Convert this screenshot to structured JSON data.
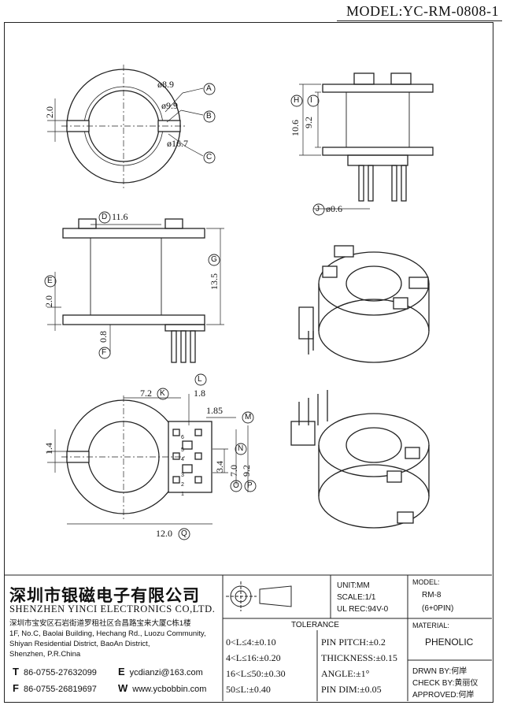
{
  "header": {
    "model": "MODEL:YC-RM-0808-1"
  },
  "dimensions": {
    "d_8_9": "ø8.9",
    "d_9_9": "ø9.9",
    "d_16_7": "ø16.7",
    "w_2_0_top": "2.0",
    "h_10_6": "10.6",
    "h_9_2_side": "9.2",
    "d_0_6": "ø0.6",
    "w_11_6": "11.6",
    "h_13_5": "13.5",
    "h_2_0": "2.0",
    "h_0_8": "0.8",
    "w_7_2": "7.2",
    "w_1_8": "1.8",
    "w_1_85": "1.85",
    "h_1_4": "1.4",
    "h_3_4": "3.4",
    "h_7_0": "7.0",
    "h_9_2_bottom": "9.2",
    "w_12_0": "12.0"
  },
  "callouts": [
    "A",
    "B",
    "C",
    "D",
    "E",
    "F",
    "G",
    "H",
    "I",
    "J",
    "K",
    "L",
    "M",
    "N",
    "O",
    "P",
    "Q"
  ],
  "pin_numbers": [
    "6",
    "5",
    "4",
    "3",
    "2",
    "1"
  ],
  "company": {
    "name_cn": "深圳市银磁电子有限公司",
    "name_en": "SHENZHEN YINCI ELECTRONICS CO,LTD.",
    "address_cn": "深圳市宝安区石岩街道罗租社区合昌路宝来大厦C栋1楼",
    "address_en_1": "1F, No.C, Baolai Building, Hechang Rd., Luozu Community,",
    "address_en_2": "Shiyan Residential District, BaoAn District,",
    "address_en_3": "Shenzhen, P.R.China",
    "tel_label": "T",
    "tel": "86-0755-27632099",
    "fax_label": "F",
    "fax": "86-0755-26819697",
    "email_label": "E",
    "email": "ycdianzi@163.com",
    "web_label": "W",
    "web": "www.ycbobbin.com"
  },
  "spec": {
    "unit": "UNIT:MM",
    "scale": "SCALE:1/1",
    "ul": "UL REC:94V-0",
    "model_label": "MODEL:",
    "model_value": "RM-8",
    "model_pins": "(6+0PIN)",
    "material_label": "MATERIAL:",
    "material_value": "PHENOLIC"
  },
  "tolerance": {
    "title": "TOLERANCE",
    "left": [
      "0<L≤4:±0.10",
      "4<L≤16:±0.20",
      "16<L≤50:±0.30",
      "50≤L:±0.40"
    ],
    "right": [
      "PIN PITCH:±0.2",
      "THICKNESS:±0.15",
      "ANGLE:±1°",
      "PIN DIM:±0.05"
    ]
  },
  "signoff": {
    "drawn": "DRWN BY:何岸",
    "check": "CHECK BY:黄丽仪",
    "approved": "APPROVED:何岸"
  }
}
